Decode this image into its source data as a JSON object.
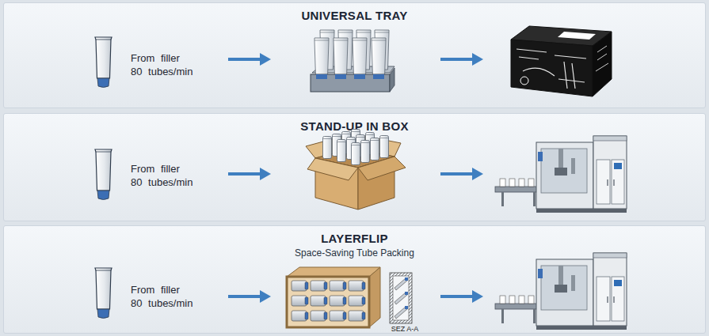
{
  "diagram": {
    "nodes": [
      {
        "text": [
          "UNIVERSAL TRAY"
        ]
      },
      {
        "text": [
          "From filler 80 tubes/min"
        ],
        "in": 0
      },
      {
        "text": [
          "STAND-UP IN BOX"
        ]
      },
      {
        "text": [
          "From filler 80 tubes/min"
        ],
        "in": 2
      },
      {
        "text": [
          "LAYERFLIP",
          "Space-Saving Tube Packing"
        ]
      },
      {
        "text": [
          "From filler 80 tubes/min"
        ],
        "in": 4
      },
      {
        "text": [
          "SEZ A-A"
        ],
        "in": 4
      }
    ]
  }
}
